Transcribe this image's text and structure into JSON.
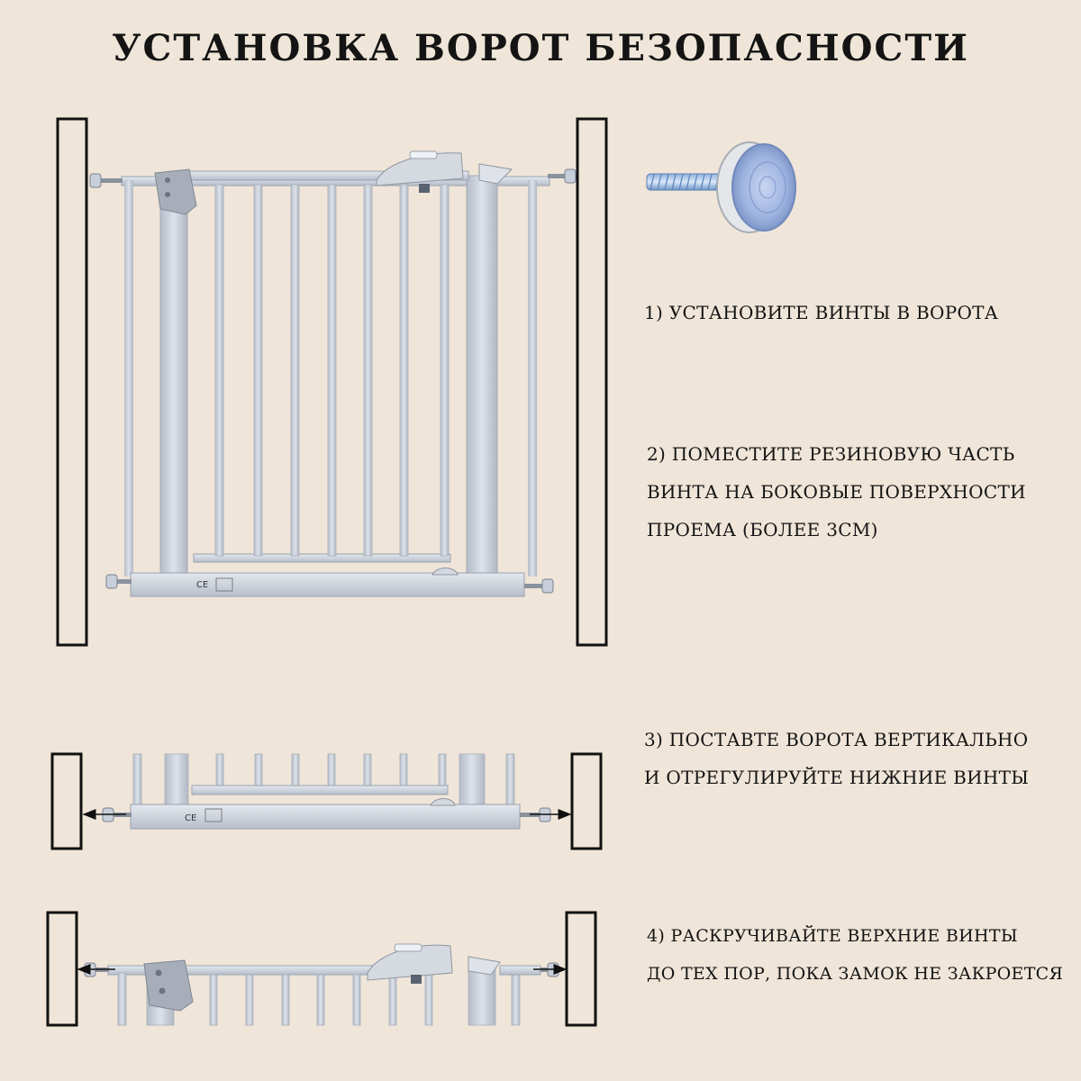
{
  "title": "УСТАНОВКА ВОРОТ БЕЗОПАСНОСТИ",
  "steps": [
    {
      "lines": [
        "1) УСТАНОВИТЕ ВИНТЫ В ВОРОТА"
      ]
    },
    {
      "lines": [
        "2) ПОМЕСТИТЕ РЕЗИНОВУЮ ЧАСТЬ",
        "ВИНТА НА БОКОВЫЕ ПОВЕРХНОСТИ",
        "ПРОЕМА (БОЛЕЕ 3СМ)"
      ]
    },
    {
      "lines": [
        "3) ПОСТАВТЕ ВОРОТА ВЕРТИКАЛЬНО",
        "И ОТРЕГУЛИРУЙТЕ НИЖНИЕ ВИНТЫ"
      ]
    },
    {
      "lines": [
        "4) РАСКРУЧИВАЙТЕ ВЕРХНИЕ ВИНТЫ",
        "ДО ТЕХ ПОР, ПОКА ЗАМОК НЕ ЗАКРОЕТСЯ"
      ]
    }
  ],
  "gate_marking": "CE",
  "colors": {
    "background": "#efe5d8",
    "gate": "#c9cfd8",
    "screw_cap": "#b9c9e8"
  }
}
